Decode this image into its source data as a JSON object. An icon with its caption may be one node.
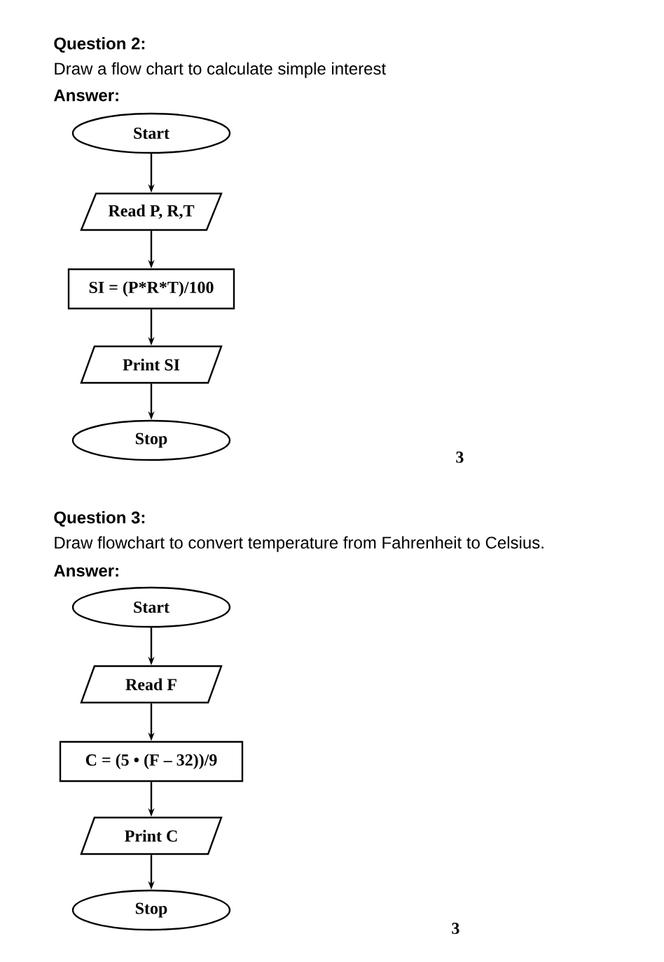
{
  "diagram": {
    "nodes": [
      {
        "text": [
          "Start"
        ]
      },
      {
        "text": [
          "Read P, R,T"
        ]
      },
      {
        "text": [
          "SI = (P*R*T)/100"
        ]
      },
      {
        "text": [
          "Print SI"
        ]
      },
      {
        "text": [
          "Stop"
        ]
      },
      {
        "text": [
          "Start"
        ]
      },
      {
        "text": [
          "Read F"
        ]
      },
      {
        "text": [
          "C = (5 • (F – 32))/9"
        ]
      },
      {
        "text": [
          "Print C"
        ]
      },
      {
        "text": [
          "Stop"
        ]
      }
    ],
    "edges": [
      {
        "from": 0,
        "to": 1,
        "arrow": "to"
      },
      {
        "from": 1,
        "to": 2,
        "arrow": "to"
      },
      {
        "from": 2,
        "to": 3,
        "arrow": "to"
      },
      {
        "from": 3,
        "to": 4,
        "arrow": "to"
      },
      {
        "from": 5,
        "to": 6,
        "arrow": "to"
      },
      {
        "from": 6,
        "to": 7,
        "arrow": "to"
      },
      {
        "from": 7,
        "to": 8,
        "arrow": "to"
      },
      {
        "from": 8,
        "to": 9,
        "arrow": "to"
      }
    ],
    "labels": [
      "Question 2:",
      "Draw a flow chart to calculate simple interest",
      "Answer:",
      "3",
      "Question 3:",
      "Draw flowchart to convert temperature from Fahrenheit to Celsius.",
      "Answer:",
      "3"
    ]
  }
}
